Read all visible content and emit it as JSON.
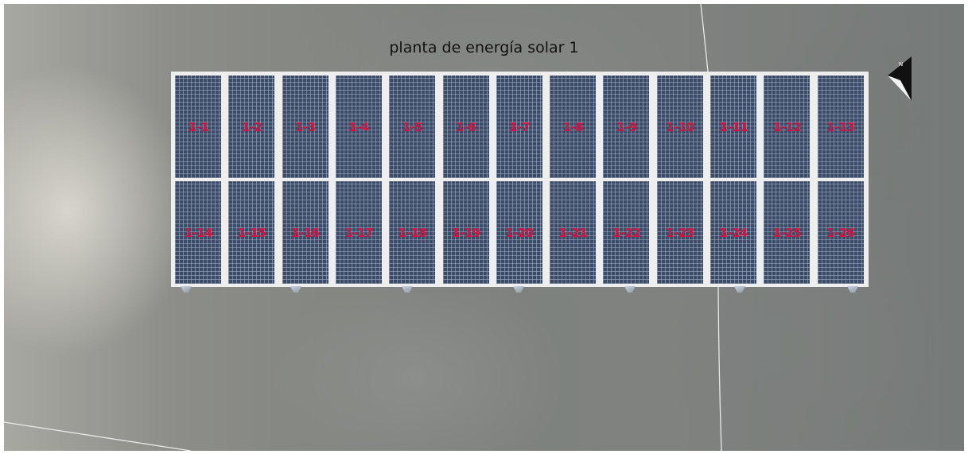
{
  "title": "planta de energía solar 1",
  "north_arrow": {
    "icon": "north-arrow-icon",
    "label": "N"
  },
  "panels": {
    "row1": [
      "1-1",
      "1-2",
      "1-3",
      "1-4",
      "1-5",
      "1-6",
      "1-7",
      "1-8",
      "1-9",
      "1-10",
      "1-11",
      "1-12",
      "1-13"
    ],
    "row2": [
      "1-14",
      "1-15",
      "1-16",
      "1-17",
      "1-18",
      "1-19",
      "1-20",
      "1-21",
      "1-22",
      "1-23",
      "1-24",
      "1-25",
      "1-26"
    ]
  },
  "colors": {
    "panel": "#3b4b68",
    "label": "#d8123f",
    "frame": "#eeeeee"
  }
}
